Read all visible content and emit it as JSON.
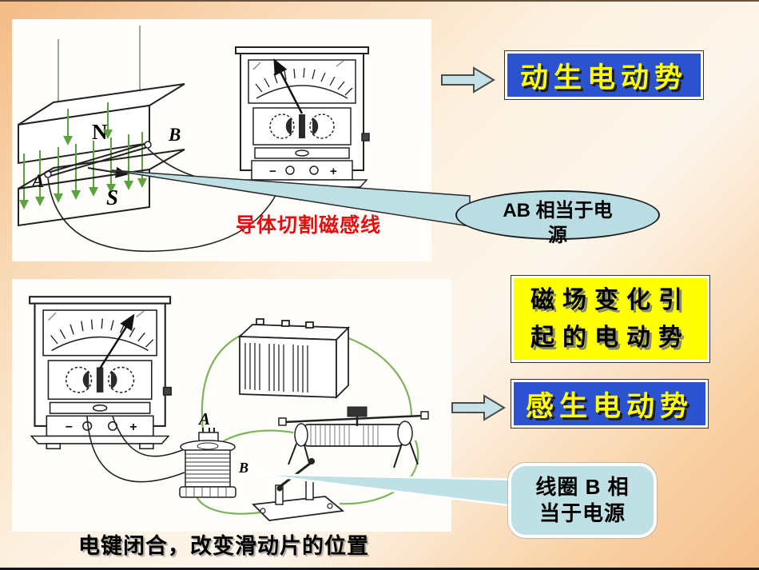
{
  "meter": {
    "minus": "−",
    "plus": "+"
  },
  "top_panel": {
    "caption": "导体切割磁感线",
    "magnet_north_label": "N",
    "magnet_south_label": "S",
    "rod_a_label": "A",
    "rod_b_label": "B"
  },
  "bottom_panel": {
    "coil_a_label": "A",
    "coil_b_label": "B"
  },
  "bottom_caption": "电键闭合，改变滑动片的位置",
  "tags": {
    "motional_emf": "动生电动势",
    "field_change_line1": "磁场变化引",
    "field_change_line2": "起的电动势",
    "induced_emf": "感生电动势"
  },
  "callouts": {
    "ab_line1": "AB 相当于电",
    "ab_line2": "源",
    "coil_line1": "线圈 B 相",
    "coil_line2": "当于电源"
  },
  "colors": {
    "box_blue": "#2b52cf",
    "box_yellow": "#ffff00",
    "tag_text_yellow": "#ffff00",
    "callout_blue": "#bfe0e4",
    "caption_red": "#e80d0d",
    "wire_green": "#7cb45a",
    "arrow_fill": "#c6e2e7"
  }
}
